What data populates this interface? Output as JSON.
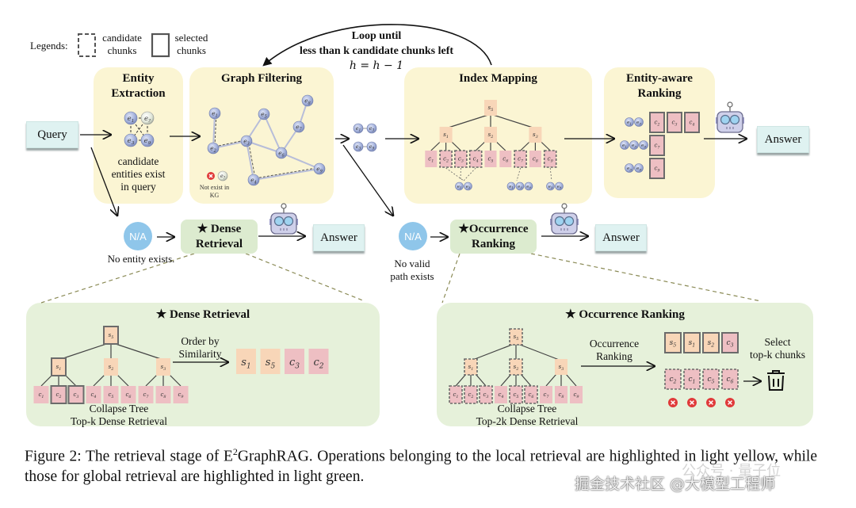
{
  "legend": {
    "label": "Legends:",
    "candidate": [
      "candidate",
      "chunks"
    ],
    "selected": [
      "selected",
      "chunks"
    ]
  },
  "loop": {
    "line1": "Loop until",
    "line2": "less than k candidate chunks left",
    "formula": "h = h − 1"
  },
  "query": {
    "label": "Query"
  },
  "panels": {
    "entity_extraction": {
      "title": [
        "Entity",
        "Extraction"
      ],
      "entities": [
        "e1",
        "e?",
        "e3",
        "e9"
      ],
      "note": [
        "candidate",
        "entities exist",
        "in query"
      ]
    },
    "graph_filtering": {
      "title": "Graph Filtering",
      "nodes": [
        "e1",
        "e2",
        "e3",
        "e4",
        "e5",
        "e6",
        "e7",
        "e8",
        "e9"
      ],
      "missing_node": "e?",
      "missing_note": [
        "Not exist in",
        "KG"
      ]
    },
    "index_mapping": {
      "title": "Index Mapping",
      "root": "s5",
      "summaries": [
        "s1",
        "s2",
        "s3"
      ],
      "chunks": [
        "c1",
        "c2",
        "c3",
        "c4",
        "c5",
        "c6",
        "c7",
        "c8",
        "c9"
      ],
      "candidate_chunks": [
        "c2",
        "c3",
        "c4",
        "c7",
        "c9"
      ],
      "entity_groups": [
        [
          "e1",
          "e3"
        ],
        [
          "e1",
          "e3",
          "e9"
        ],
        [
          "e3",
          "e9"
        ]
      ]
    },
    "entity_aware_ranking": {
      "title": [
        "Entity-aware",
        "Ranking"
      ],
      "rows": [
        {
          "entities": [
            "e1",
            "e3"
          ],
          "chunks": [
            "c2",
            "c3",
            "c4"
          ]
        },
        {
          "entities": [
            "e1",
            "e3",
            "e9"
          ],
          "chunks": [
            "c7"
          ]
        },
        {
          "entities": [
            "e3",
            "e9"
          ],
          "chunks": [
            "c9"
          ]
        }
      ]
    }
  },
  "paths": {
    "entity_pairs": [
      [
        "e1",
        "e3"
      ],
      [
        "e3",
        "e9"
      ]
    ]
  },
  "answers": {
    "label": "Answer"
  },
  "na_label": "N/A",
  "no_entity": {
    "text": "No entity exists."
  },
  "no_path": {
    "text": [
      "No valid",
      "path exists"
    ]
  },
  "dense_btn": {
    "label": [
      "★ Dense",
      "Retrieval"
    ]
  },
  "occ_btn": {
    "label": [
      "★Occurrence",
      "Ranking"
    ]
  },
  "dense_panel": {
    "title": "★ Dense Retrieval",
    "arrow_label": [
      "Order by",
      "Similarity"
    ],
    "result": [
      "s1",
      "s5",
      "c3",
      "c2"
    ],
    "caption": [
      "Collapse Tree",
      "Top-k Dense Retrieval"
    ],
    "tree": {
      "root": "s5",
      "summaries": [
        "s1",
        "s2",
        "s3"
      ],
      "chunks": [
        "c1",
        "c2",
        "c3",
        "c4",
        "c5",
        "c6",
        "c7",
        "c8",
        "c9"
      ],
      "selected": [
        "s5",
        "s1",
        "c2",
        "c3"
      ]
    }
  },
  "occ_panel": {
    "title": "★ Occurrence Ranking",
    "arrow_label": [
      "Occurrence",
      "Ranking"
    ],
    "selected": [
      "s5",
      "s1",
      "s2",
      "c3"
    ],
    "discarded": [
      "c2",
      "c1",
      "c5",
      "c6"
    ],
    "select_label": [
      "Select",
      "top-k chunks"
    ],
    "caption": [
      "Collapse Tree",
      "Top-2k Dense Retrieval"
    ],
    "tree": {
      "root": "s5",
      "summaries": [
        "s1",
        "s2",
        "s3"
      ],
      "chunks": [
        "c1",
        "c2",
        "c3",
        "c4",
        "c5",
        "c6",
        "c7",
        "c8",
        "c9"
      ],
      "candidates": [
        "s5",
        "s1",
        "s2",
        "c1",
        "c2",
        "c3",
        "c5",
        "c6"
      ]
    }
  },
  "caption": {
    "prefix": "Figure 2:  The retrieval stage of E",
    "sup": "2",
    "rest": "GraphRAG. Operations belonging to the local retrieval are highlighted in light yellow, while those for global retrieval are highlighted in light green."
  },
  "watermarks": {
    "top": "公众号 · 量子位",
    "bottom": "掘金技术社区 @大模型工程师"
  },
  "colors": {
    "yellow_panel": "#fbf5d3",
    "green_panel": "#e6f1da",
    "summary": "#f8d6b8",
    "chunk": "#eebfc3",
    "entity": "#a9b6de",
    "answer": "#dff2f1",
    "na": "#8fc6ea",
    "x_mark": "#e03a3a"
  }
}
